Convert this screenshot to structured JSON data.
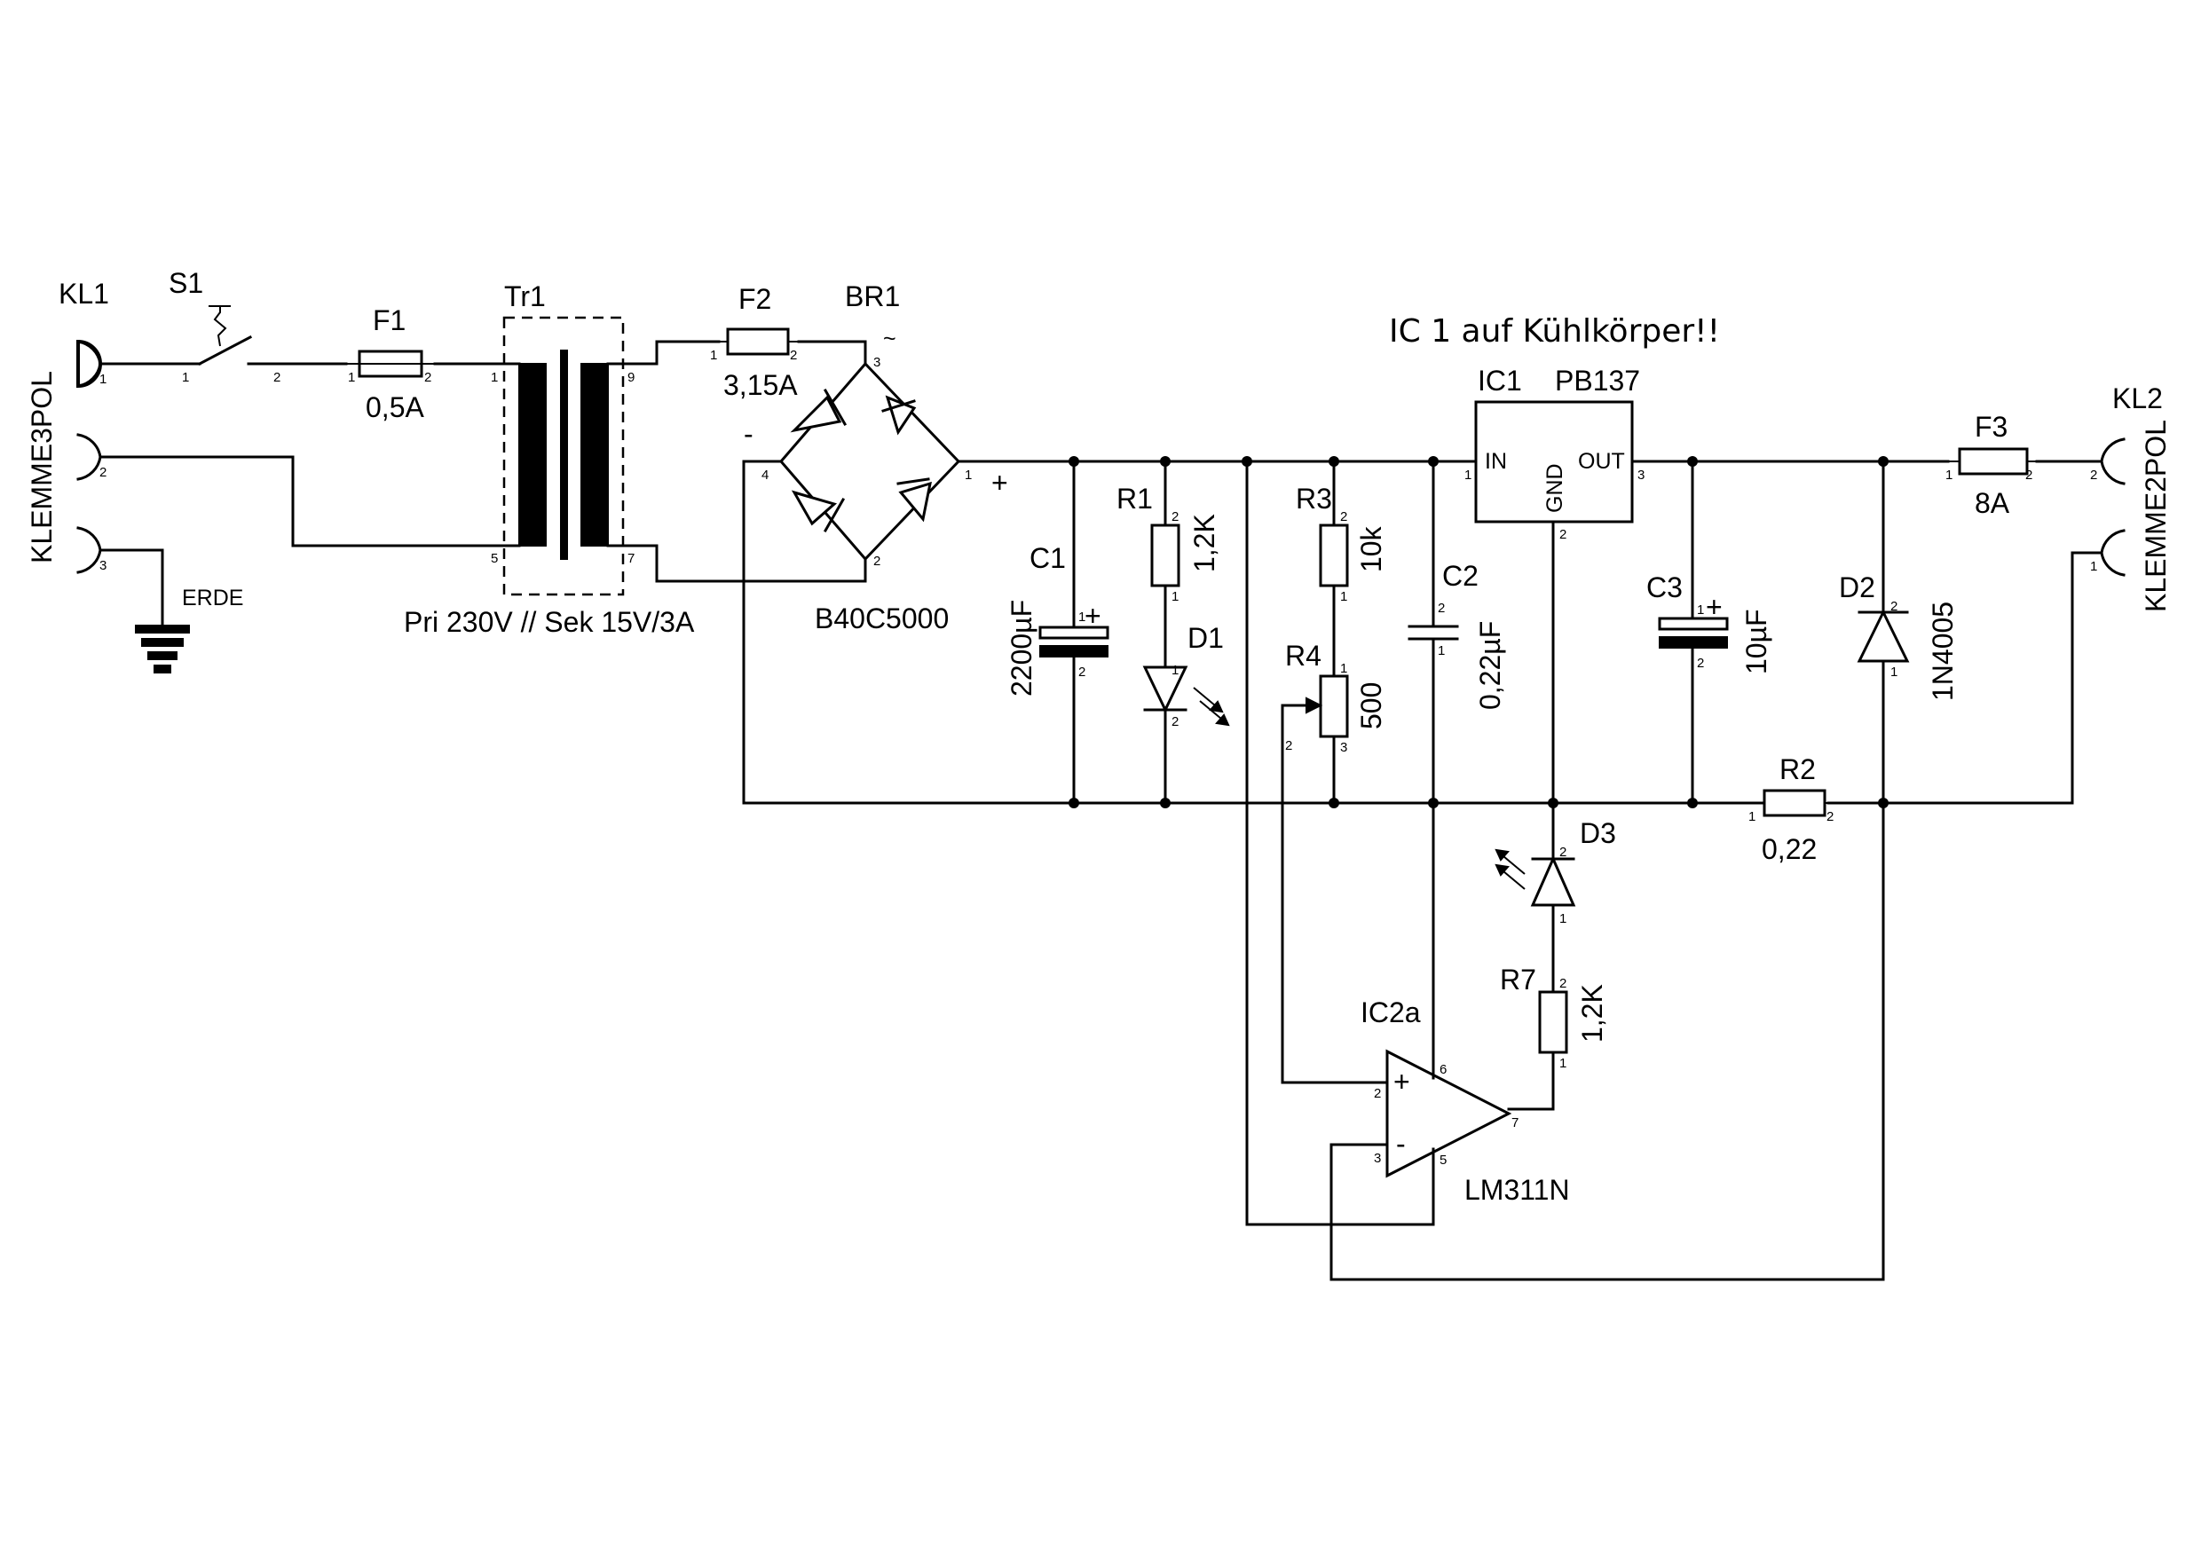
{
  "note": "IC 1 auf Kühlkörper!!",
  "components": {
    "KL1": {
      "ref": "KL1",
      "value": "KLEMME3POL",
      "pins": [
        "1",
        "2",
        "3"
      ]
    },
    "ERDE": {
      "label": "ERDE"
    },
    "S1": {
      "ref": "S1",
      "pins": [
        "1",
        "2"
      ]
    },
    "F1": {
      "ref": "F1",
      "value": "0,5A",
      "pins": [
        "1",
        "2"
      ]
    },
    "Tr1": {
      "ref": "Tr1",
      "value": "Pri 230V // Sek 15V/3A",
      "pins": [
        "1",
        "5",
        "9",
        "7"
      ]
    },
    "F2": {
      "ref": "F2",
      "value": "3,15A",
      "pins": [
        "1",
        "2"
      ]
    },
    "BR1": {
      "ref": "BR1",
      "value": "B40C5000",
      "pins": [
        "1",
        "2",
        "3",
        "4"
      ],
      "marks": {
        "ac": "~",
        "minus": "-",
        "plus": "+"
      }
    },
    "C1": {
      "ref": "C1",
      "value": "2200µF",
      "pins": [
        "1",
        "2"
      ],
      "polarity": "+"
    },
    "R1": {
      "ref": "R1",
      "value": "1,2K",
      "pins": [
        "1",
        "2"
      ]
    },
    "D1": {
      "ref": "D1",
      "pins": [
        "1",
        "2"
      ]
    },
    "R3": {
      "ref": "R3",
      "value": "10k",
      "pins": [
        "1",
        "2"
      ]
    },
    "R4": {
      "ref": "R4",
      "value": "500",
      "pins": [
        "1",
        "2",
        "3"
      ]
    },
    "C2": {
      "ref": "C2",
      "value": "0,22µF",
      "pins": [
        "1",
        "2"
      ]
    },
    "IC1": {
      "ref": "IC1",
      "value": "PB137",
      "pins": [
        "1",
        "2",
        "3"
      ],
      "pin_names": [
        "IN",
        "GND",
        "OUT"
      ]
    },
    "C3": {
      "ref": "C3",
      "value": "10µF",
      "pins": [
        "1",
        "2"
      ],
      "polarity": "+"
    },
    "D2": {
      "ref": "D2",
      "value": "1N4005",
      "pins": [
        "1",
        "2"
      ]
    },
    "F3": {
      "ref": "F3",
      "value": "8A",
      "pins": [
        "1",
        "2"
      ]
    },
    "KL2": {
      "ref": "KL2",
      "value": "KLEMME2POL",
      "pins": [
        "1",
        "2"
      ]
    },
    "R2": {
      "ref": "R2",
      "value": "0,22",
      "pins": [
        "1",
        "2"
      ]
    },
    "D3": {
      "ref": "D3",
      "pins": [
        "1",
        "2"
      ]
    },
    "R7": {
      "ref": "R7",
      "value": "1,2K",
      "pins": [
        "1",
        "2"
      ]
    },
    "IC2a": {
      "ref": "IC2a",
      "value": "LM311N",
      "pins": [
        "2",
        "3",
        "5",
        "6",
        "7"
      ],
      "marks": {
        "plus": "+",
        "minus": "-"
      }
    }
  }
}
